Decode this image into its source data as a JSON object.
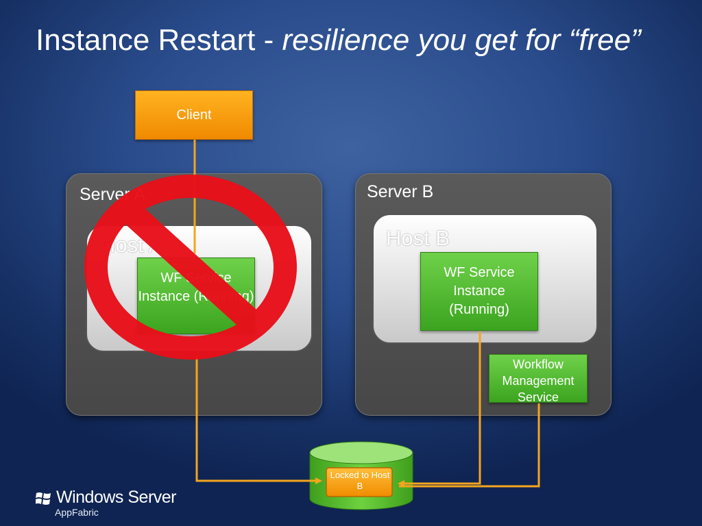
{
  "title": {
    "main": "Instance Restart -",
    "italic": "resilience you get for “free”"
  },
  "client": {
    "label": "Client"
  },
  "server_a": {
    "label": "Server A",
    "host_label": "Host A",
    "instance_label": "WF Service Instance (Running)",
    "status": "prohibited"
  },
  "server_b": {
    "label": "Server B",
    "host_label": "Host B",
    "instance_label": "WF Service Instance (Running)",
    "management_label": "Workflow Management Service"
  },
  "database": {
    "lock_label": "Locked to Host B"
  },
  "logo": {
    "brand": "Windows Server",
    "product": "AppFabric"
  },
  "colors": {
    "connector": "#f4a51e",
    "prohibit": "#e8101a",
    "instance_green": "#4cba2c",
    "client_orange": "#f7a000",
    "server_gray": "#4f4f4f",
    "background": "#2a4c8c"
  }
}
